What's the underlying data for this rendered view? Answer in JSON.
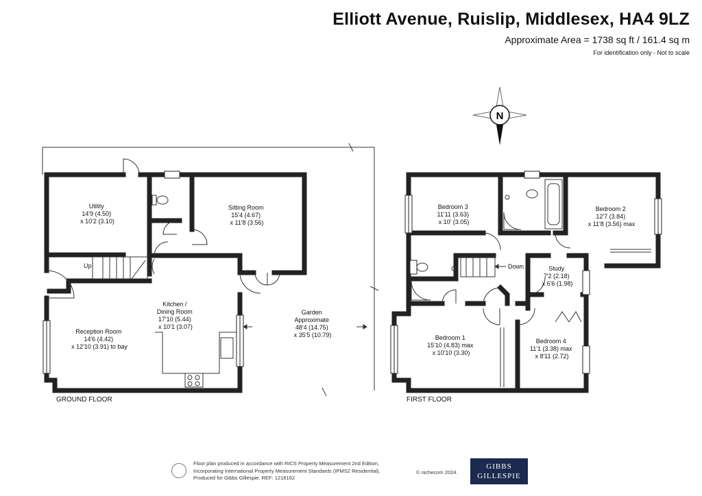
{
  "header": {
    "title": "Elliott Avenue, Ruislip, Middlesex, HA4 9LZ",
    "area": "Approximate Area = 1738 sq ft / 161.4  sq m",
    "note": "For identification only - Not to scale"
  },
  "compass": {
    "label": "N"
  },
  "ground_floor": {
    "label": "GROUND FLOOR",
    "up_label": "Up",
    "rooms": [
      {
        "name": "Utility",
        "dims": [
          "14'9 (4.50)",
          "x 10'2 (3.10)"
        ]
      },
      {
        "name": "Sitting Room",
        "dims": [
          "15'4 (4.67)",
          "x 11'8 (3.56)"
        ]
      },
      {
        "name": "Kitchen /",
        "dims": [
          "Dining Room",
          "17'10 (5.44)",
          "x 10'1 (3.07)"
        ]
      },
      {
        "name": "Garden",
        "dims": [
          "Approximate",
          "48'4 (14.75)",
          "x 35'5 (10.79)"
        ]
      },
      {
        "name": "Reception Room",
        "dims": [
          "14'6 (4.42)",
          "x 12'10 (3.91) to bay"
        ]
      }
    ]
  },
  "first_floor": {
    "label": "FIRST FLOOR",
    "down_label": "Down",
    "rooms": [
      {
        "name": "Bedroom 3",
        "dims": [
          "11'11 (3.63)",
          "x 10' (3.05)"
        ]
      },
      {
        "name": "Bedroom 2",
        "dims": [
          "12'7 (3.84)",
          "x 11'8 (3.56) max"
        ]
      },
      {
        "name": "Study",
        "dims": [
          "7'2 (2.18)",
          "x 6'6 (1.98)"
        ]
      },
      {
        "name": "Bedroom 1",
        "dims": [
          "15'10 (4.83) max",
          "x 10'10 (3.30)"
        ]
      },
      {
        "name": "Bedroom 4",
        "dims": [
          "11'1 (3.38) max",
          "x 8'11 (2.72)"
        ]
      }
    ]
  },
  "footer": {
    "lines": [
      "Floor plan produced in accordance with RICS Property Measurement 2nd Edition,",
      "Incorporating International Property Measurement Standards (IPMS2 Residential).",
      "Produced for Gibbs Gillespie.   REF:  1218162"
    ],
    "brand": "© nichecom 2024.",
    "logo": [
      "GIBBS",
      "GILLESPIE"
    ]
  }
}
